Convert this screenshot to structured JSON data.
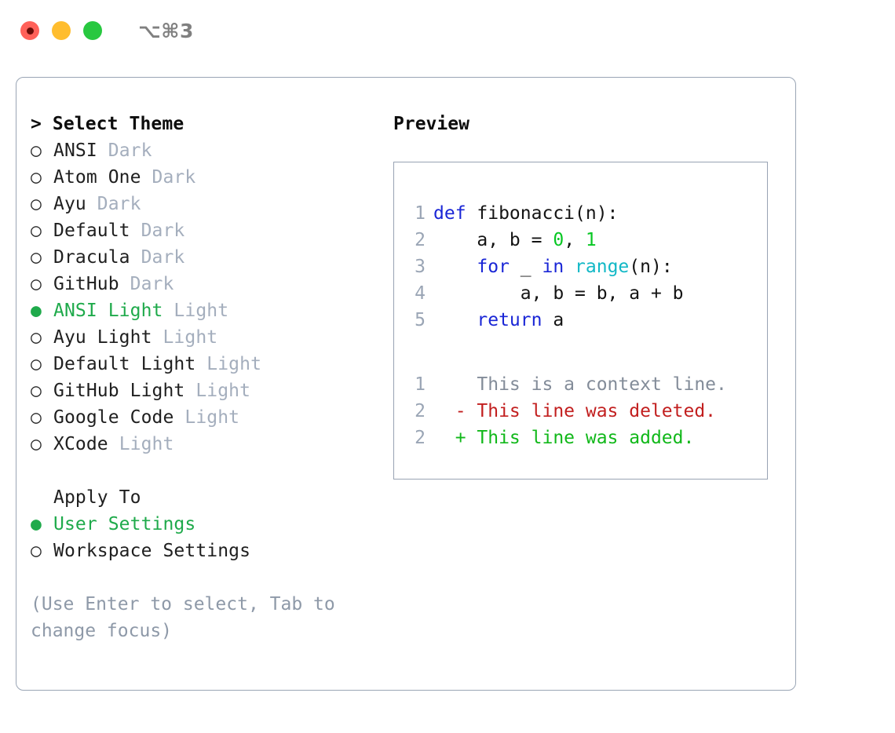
{
  "window": {
    "title": "⌥⌘3",
    "controls": [
      {
        "name": "close",
        "color": "#ff6159"
      },
      {
        "name": "minimize",
        "color": "#ffbd2e"
      },
      {
        "name": "maximize",
        "color": "#28c840"
      }
    ]
  },
  "theme_picker": {
    "heading": "> Select Theme",
    "marker_selected": "●",
    "marker_unselected": "○",
    "items": [
      {
        "name": "ANSI",
        "variant": "Dark",
        "selected": false
      },
      {
        "name": "Atom One",
        "variant": "Dark",
        "selected": false
      },
      {
        "name": "Ayu",
        "variant": "Dark",
        "selected": false
      },
      {
        "name": "Default",
        "variant": "Dark",
        "selected": false
      },
      {
        "name": "Dracula",
        "variant": "Dark",
        "selected": false
      },
      {
        "name": "GitHub",
        "variant": "Dark",
        "selected": false
      },
      {
        "name": "ANSI Light",
        "variant": "Light",
        "selected": true
      },
      {
        "name": "Ayu Light",
        "variant": "Light",
        "selected": false
      },
      {
        "name": "Default Light",
        "variant": "Light",
        "selected": false
      },
      {
        "name": "GitHub Light",
        "variant": "Light",
        "selected": false
      },
      {
        "name": "Google Code",
        "variant": "Light",
        "selected": false
      },
      {
        "name": "XCode",
        "variant": "Light",
        "selected": false
      }
    ]
  },
  "apply_to": {
    "heading": "Apply To",
    "options": [
      {
        "label": "User Settings",
        "selected": true
      },
      {
        "label": "Workspace Settings",
        "selected": false
      }
    ]
  },
  "hint": "(Use Enter to select, Tab to change focus)",
  "preview": {
    "heading": "Preview",
    "code_lines": [
      {
        "num": "1",
        "tokens": [
          {
            "t": "def",
            "c": "kw"
          },
          {
            "t": " fibonacci(n):",
            "c": "plain"
          }
        ]
      },
      {
        "num": "2",
        "tokens": [
          {
            "t": "    a, b = ",
            "c": "plain"
          },
          {
            "t": "0",
            "c": "num"
          },
          {
            "t": ", ",
            "c": "plain"
          },
          {
            "t": "1",
            "c": "num"
          }
        ]
      },
      {
        "num": "3",
        "tokens": [
          {
            "t": "    ",
            "c": "plain"
          },
          {
            "t": "for",
            "c": "kw"
          },
          {
            "t": " _ ",
            "c": "plain"
          },
          {
            "t": "in",
            "c": "kw"
          },
          {
            "t": " ",
            "c": "plain"
          },
          {
            "t": "range",
            "c": "fn"
          },
          {
            "t": "(n):",
            "c": "plain"
          }
        ]
      },
      {
        "num": "4",
        "tokens": [
          {
            "t": "        a, b = b, a + b",
            "c": "plain"
          }
        ]
      },
      {
        "num": "5",
        "tokens": [
          {
            "t": "    ",
            "c": "plain"
          },
          {
            "t": "return",
            "c": "kw"
          },
          {
            "t": " a",
            "c": "plain"
          }
        ]
      }
    ],
    "diff_lines": [
      {
        "num": "1",
        "sign": " ",
        "text": " This is a context line.",
        "kind": "ctx"
      },
      {
        "num": "2",
        "sign": "-",
        "text": " This line was deleted.",
        "kind": "del"
      },
      {
        "num": "2",
        "sign": "+",
        "text": " This line was added.",
        "kind": "add"
      }
    ]
  },
  "colors": {
    "accent_green": "#1faa4b",
    "dim_gray": "#a4aebd",
    "hint_gray": "#8e99a8",
    "keyword_blue": "#1a26d6",
    "function_cyan": "#12b8c6",
    "number_green": "#07c723",
    "diff_add": "#11b81a",
    "diff_del": "#c21f1f",
    "border": "#9aa5b5"
  }
}
